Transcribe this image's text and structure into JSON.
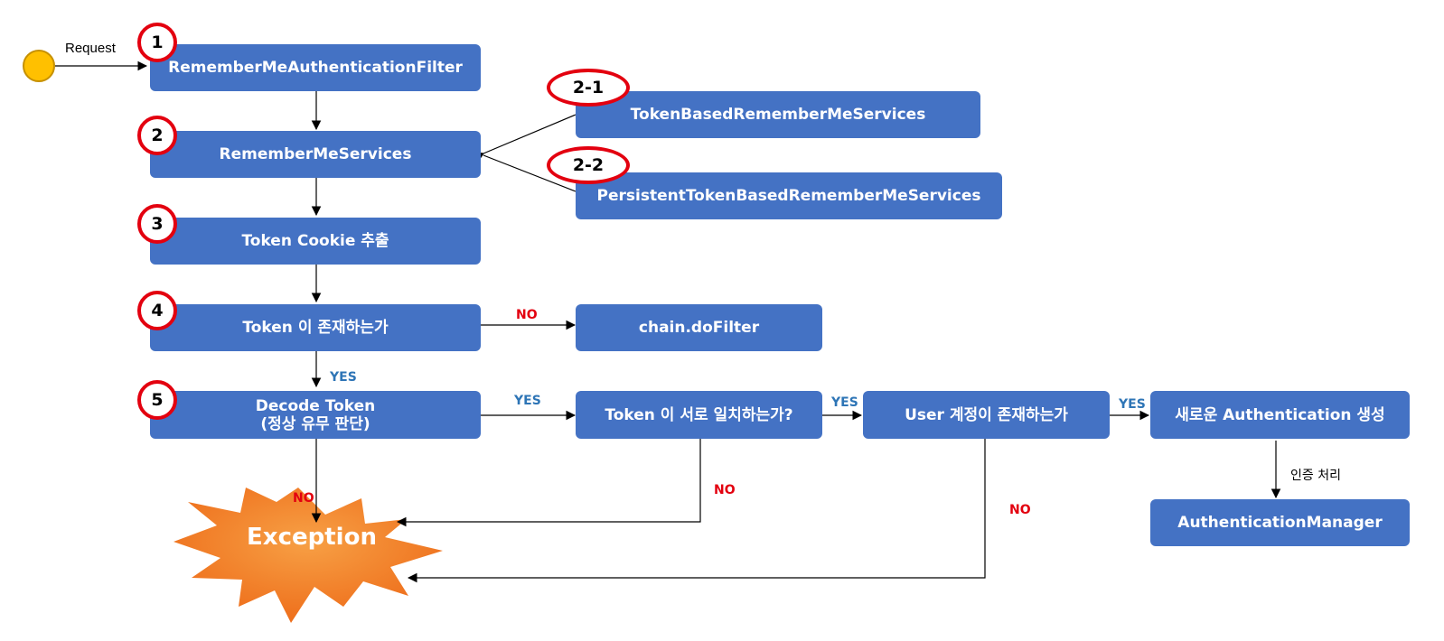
{
  "start": {
    "label": "Request"
  },
  "nodes": {
    "filter": "RememberMeAuthenticationFilter",
    "services": "RememberMeServices",
    "token_based": "TokenBasedRememberMeServices",
    "persistent": "PersistentTokenBasedRememberMeServices",
    "extract": "Token Cookie 추출",
    "exists": "Token 이 존재하는가",
    "dofilter": "chain.doFilter",
    "decode_line1": "Decode Token",
    "decode_line2": "(정상 유무 판단)",
    "match": "Token 이 서로 일치하는가?",
    "user": "User 계정이 존재하는가",
    "new_auth": "새로운 Authentication 생성",
    "manager": "AuthenticationManager",
    "exception": "Exception"
  },
  "badges": {
    "b1": "1",
    "b2": "2",
    "b21": "2-1",
    "b22": "2-2",
    "b3": "3",
    "b4": "4",
    "b5": "5"
  },
  "edge_labels": {
    "no_dofilter": "NO",
    "yes_decode": "YES",
    "yes_match": "YES",
    "yes_user": "YES",
    "yes_new": "YES",
    "no_decode": "NO",
    "no_match": "NO",
    "no_user": "NO",
    "auth_process": "인증 처리"
  },
  "colors": {
    "box": "#4472C4",
    "badge_ring": "#e3000f",
    "no": "#e3000f",
    "yes": "#2E75B6",
    "start": "#FFC000",
    "exception": "#F07A24"
  }
}
